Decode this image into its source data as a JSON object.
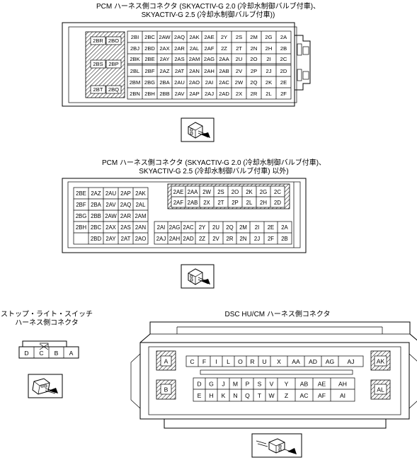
{
  "captions": {
    "c1_line1": "PCM ハーネス側コネクタ (SKYACTIV-G 2.0 (冷却水制御バルブ付車)、",
    "c1_line2": "SKYACTIV-G 2.5 (冷却水制御バルブ付車))",
    "c2_line1": "PCM ハーネス側コネクタ (SKYACTIV-G 2.0 (冷却水制御バルブ付車)、",
    "c2_line2": "SKYACTIV-G 2.5 (冷却水制御バルブ付車) 以外)",
    "c3_line1": "ストップ・ライト・スイッチ",
    "c3_line2": "ハーネス側コネクタ",
    "c4": "DSC HU/CM ハーネス側コネクタ"
  },
  "connector1": {
    "left_pins": [
      [
        "2BR",
        "2BO"
      ],
      [
        "2BS",
        "2BP"
      ],
      [
        "2BT",
        "2BQ"
      ]
    ],
    "grid": [
      [
        "2BI",
        "2BC",
        "2AW",
        "2AQ",
        "2AK",
        "2AE",
        "2Y",
        "2S",
        "2M",
        "2G",
        "2A"
      ],
      [
        "2BJ",
        "2BD",
        "2AX",
        "2AR",
        "2AL",
        "2AF",
        "2Z",
        "2T",
        "2N",
        "2H",
        "2B"
      ],
      [
        "2BK",
        "2BE",
        "2AY",
        "2AS",
        "2AM",
        "2AG",
        "2AA",
        "2U",
        "2O",
        "2I",
        "2C"
      ],
      [
        "2BL",
        "2BF",
        "2AZ",
        "2AT",
        "2AN",
        "2AH",
        "2AB",
        "2V",
        "2P",
        "2J",
        "2D"
      ],
      [
        "2BM",
        "2BG",
        "2BA",
        "2AU",
        "2AO",
        "2AI",
        "2AC",
        "2W",
        "2Q",
        "2K",
        "2E"
      ],
      [
        "2BN",
        "2BH",
        "2BB",
        "2AV",
        "2AP",
        "2AJ",
        "2AD",
        "2X",
        "2R",
        "2L",
        "2F"
      ]
    ]
  },
  "connector2": {
    "left_grid": [
      [
        "2BE",
        "2AZ",
        "2AU",
        "2AP",
        "2AK"
      ],
      [
        "2BF",
        "2BA",
        "2AV",
        "2AQ",
        "2AL"
      ],
      [
        "2BG",
        "2BB",
        "2AW",
        "2AR",
        "2AM"
      ],
      [
        "2BH",
        "2BC",
        "2AX",
        "2AS",
        "2AN"
      ],
      [
        "",
        "2BD",
        "2AY",
        "2AT",
        "2AO"
      ]
    ],
    "hatched_grid": [
      [
        "2AE",
        "2AA",
        "2W",
        "2S",
        "2O",
        "2K",
        "2G",
        "2C"
      ],
      [
        "2AF",
        "2AB",
        "2X",
        "2T",
        "2P",
        "2L",
        "2H",
        "2D"
      ]
    ],
    "lower_grid": [
      [
        "2AI",
        "2AG",
        "2AC",
        "2Y",
        "2U",
        "2Q",
        "2M",
        "2I",
        "2E",
        "2A"
      ],
      [
        "2AJ",
        "2AH",
        "2AD",
        "2Z",
        "2V",
        "2R",
        "2N",
        "2J",
        "2F",
        "2B"
      ]
    ]
  },
  "connector3": {
    "pins": [
      "D",
      "C",
      "B",
      "A"
    ]
  },
  "connector4": {
    "top_row": [
      "C",
      "F",
      "I",
      "L",
      "O",
      "R",
      "U",
      "X",
      "AA",
      "AD",
      "AG",
      "AJ"
    ],
    "mid_row": [
      "D",
      "G",
      "J",
      "M",
      "P",
      "S",
      "V",
      "Y",
      "AB",
      "AE",
      "AH"
    ],
    "bot_row": [
      "E",
      "H",
      "K",
      "N",
      "Q",
      "T",
      "W",
      "Z",
      "AC",
      "AF",
      "AI"
    ],
    "big_pins": {
      "top_left": "A",
      "bottom_left": "B",
      "top_right": "AK",
      "bottom_right": "AL"
    }
  }
}
